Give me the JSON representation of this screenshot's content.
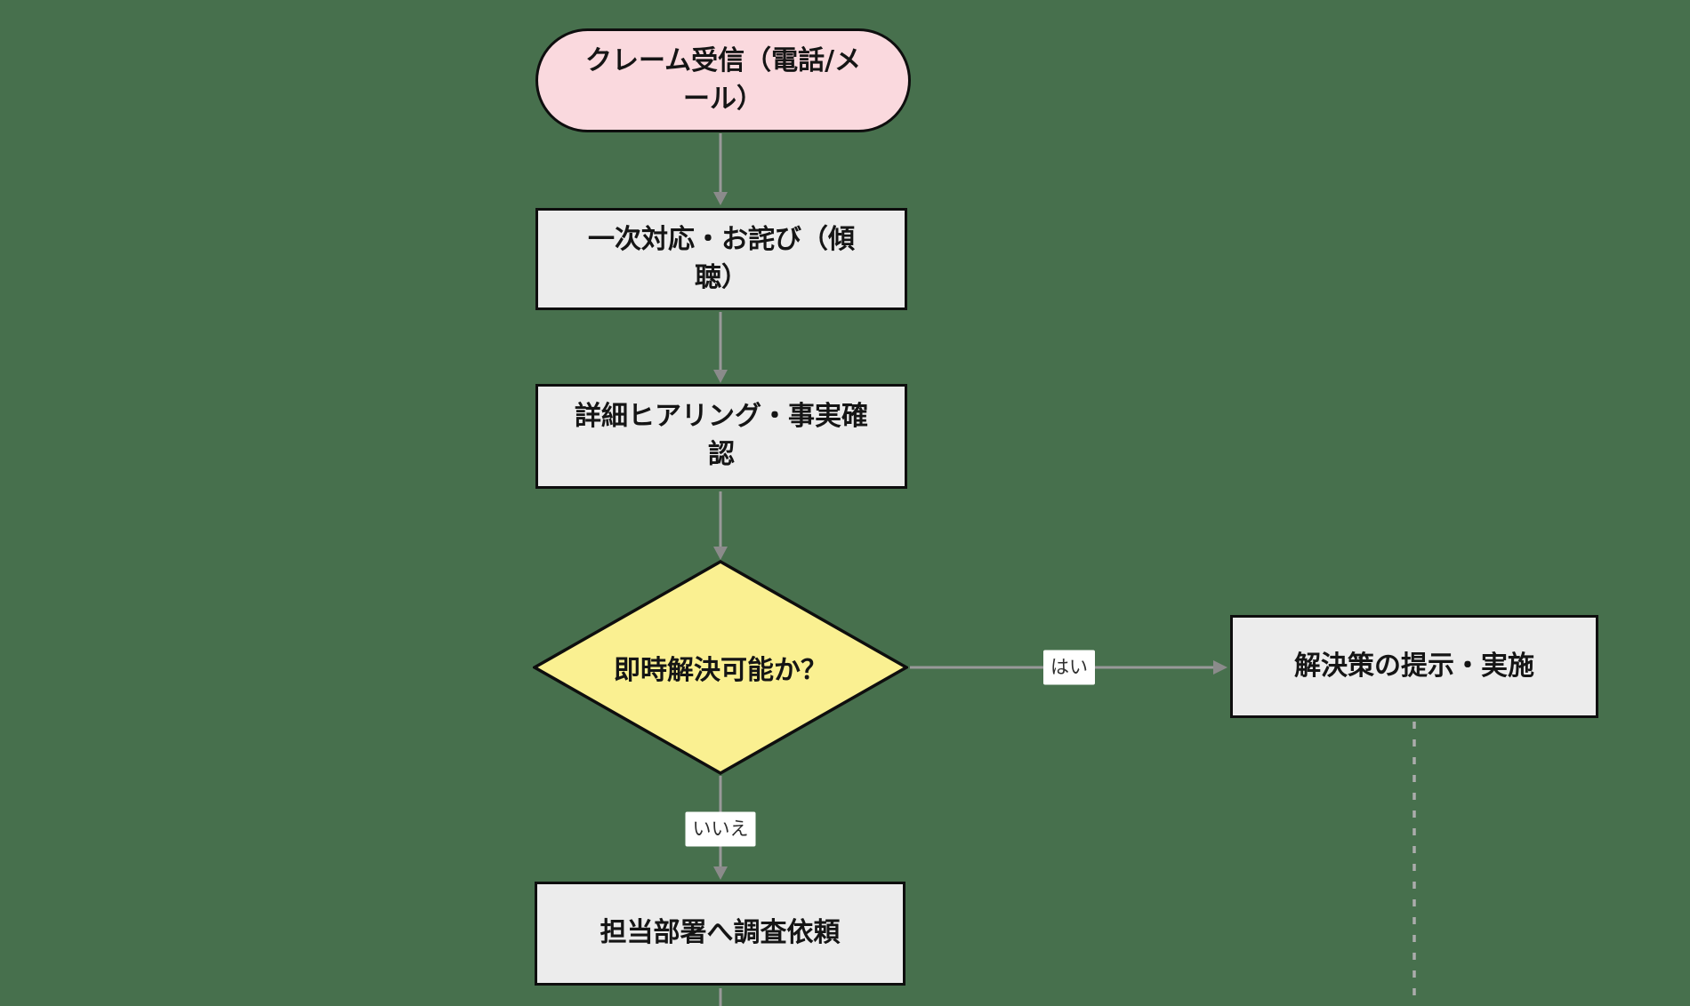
{
  "canvas": {
    "background_color": "#47704D"
  },
  "colors": {
    "terminator_fill": "#FAD9DE",
    "process_fill": "#ECECEC",
    "decision_fill": "#FAF091",
    "node_border": "#0E0E0E",
    "node_text": "#151515",
    "edge_line": "#999999",
    "dashed_line": "#ACACAC",
    "edge_label_background": "#FFFFFF"
  },
  "flowchart": {
    "nodes": [
      {
        "id": "start",
        "type": "stadium",
        "label": "クレーム受信（電話/メ\nール）"
      },
      {
        "id": "first_response",
        "type": "process",
        "label": "一次対応・お詫び（傾\n聴）"
      },
      {
        "id": "hearing",
        "type": "process",
        "label": "詳細ヒアリング・事実確\n認"
      },
      {
        "id": "decision",
        "type": "decision",
        "label": "即時解決可能か？"
      },
      {
        "id": "solution",
        "type": "process",
        "label": "解決策の提示・実施"
      },
      {
        "id": "investigation",
        "type": "process",
        "label": "担当部署へ調査依頼"
      }
    ],
    "edges": [
      {
        "from": "start",
        "to": "first_response",
        "label": "",
        "style": "solid-arrow"
      },
      {
        "from": "first_response",
        "to": "hearing",
        "label": "",
        "style": "solid-arrow"
      },
      {
        "from": "hearing",
        "to": "decision",
        "label": "",
        "style": "solid-arrow"
      },
      {
        "from": "decision",
        "to": "solution",
        "label": "はい",
        "style": "solid-arrow"
      },
      {
        "from": "decision",
        "to": "investigation",
        "label": "いいえ",
        "style": "solid-arrow"
      },
      {
        "from": "solution",
        "to": "",
        "label": "",
        "style": "dashed",
        "continues_offscreen": true
      },
      {
        "from": "investigation",
        "to": "",
        "label": "",
        "style": "solid",
        "continues_offscreen": true
      }
    ]
  }
}
